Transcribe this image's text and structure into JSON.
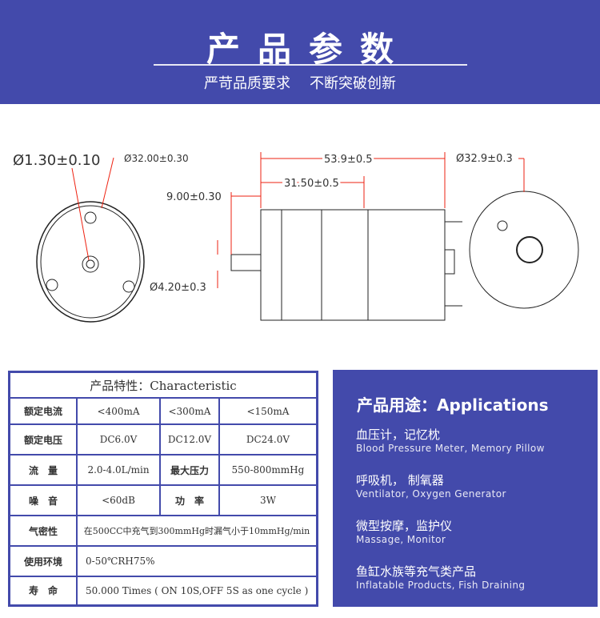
{
  "header": {
    "title": "产品参数",
    "slogan1": "严苛品质要求",
    "slogan2": "不断突破创新"
  },
  "drawing": {
    "shaft_hole": "Ø1.30±0.10",
    "front_dia": "Ø32.00±0.30",
    "length_total": "53.9±0.5",
    "length_body": "31.50±0.5",
    "shaft_len": "9.00±0.30",
    "shaft_dia": "Ø4.20±0.3",
    "rear_dia": "Ø32.9±0.3"
  },
  "table": {
    "title": "产品特性：Characteristic",
    "rows": [
      {
        "label": "额定电流",
        "cells": [
          "<400mA",
          "<300mA",
          "<150mA"
        ]
      },
      {
        "label": "额定电压",
        "cells": [
          "DC6.0V",
          "DC12.0V",
          "DC24.0V"
        ]
      },
      {
        "label": "流　量",
        "cells": [
          "2.0-4.0L/min",
          "最大压力",
          "550-800mmHg"
        ]
      },
      {
        "label": "噪　音",
        "cells": [
          "<60dB",
          "功　率",
          "3W"
        ]
      },
      {
        "label": "气密性",
        "value": "在500CC中充气到300mmHg时漏气小于10mmHg/min"
      },
      {
        "label": "使用环境",
        "value": "0-50℃RH75%"
      },
      {
        "label": "寿　命",
        "value": "50.000 Times ( ON 10S,OFF 5S as one cycle )"
      }
    ]
  },
  "applications": {
    "title": "产品用途：Applications",
    "items": [
      {
        "cn": "血压计，记忆枕",
        "en": "Blood Pressure Meter, Memory Pillow"
      },
      {
        "cn": "呼吸机， 制氧器",
        "en": "Ventilator, Oxygen Generator"
      },
      {
        "cn": "微型按摩，监护仪",
        "en": "Massage, Monitor"
      },
      {
        "cn": "鱼缸水族等充气类产品",
        "en": "Inflatable Products, Fish Draining"
      }
    ]
  }
}
